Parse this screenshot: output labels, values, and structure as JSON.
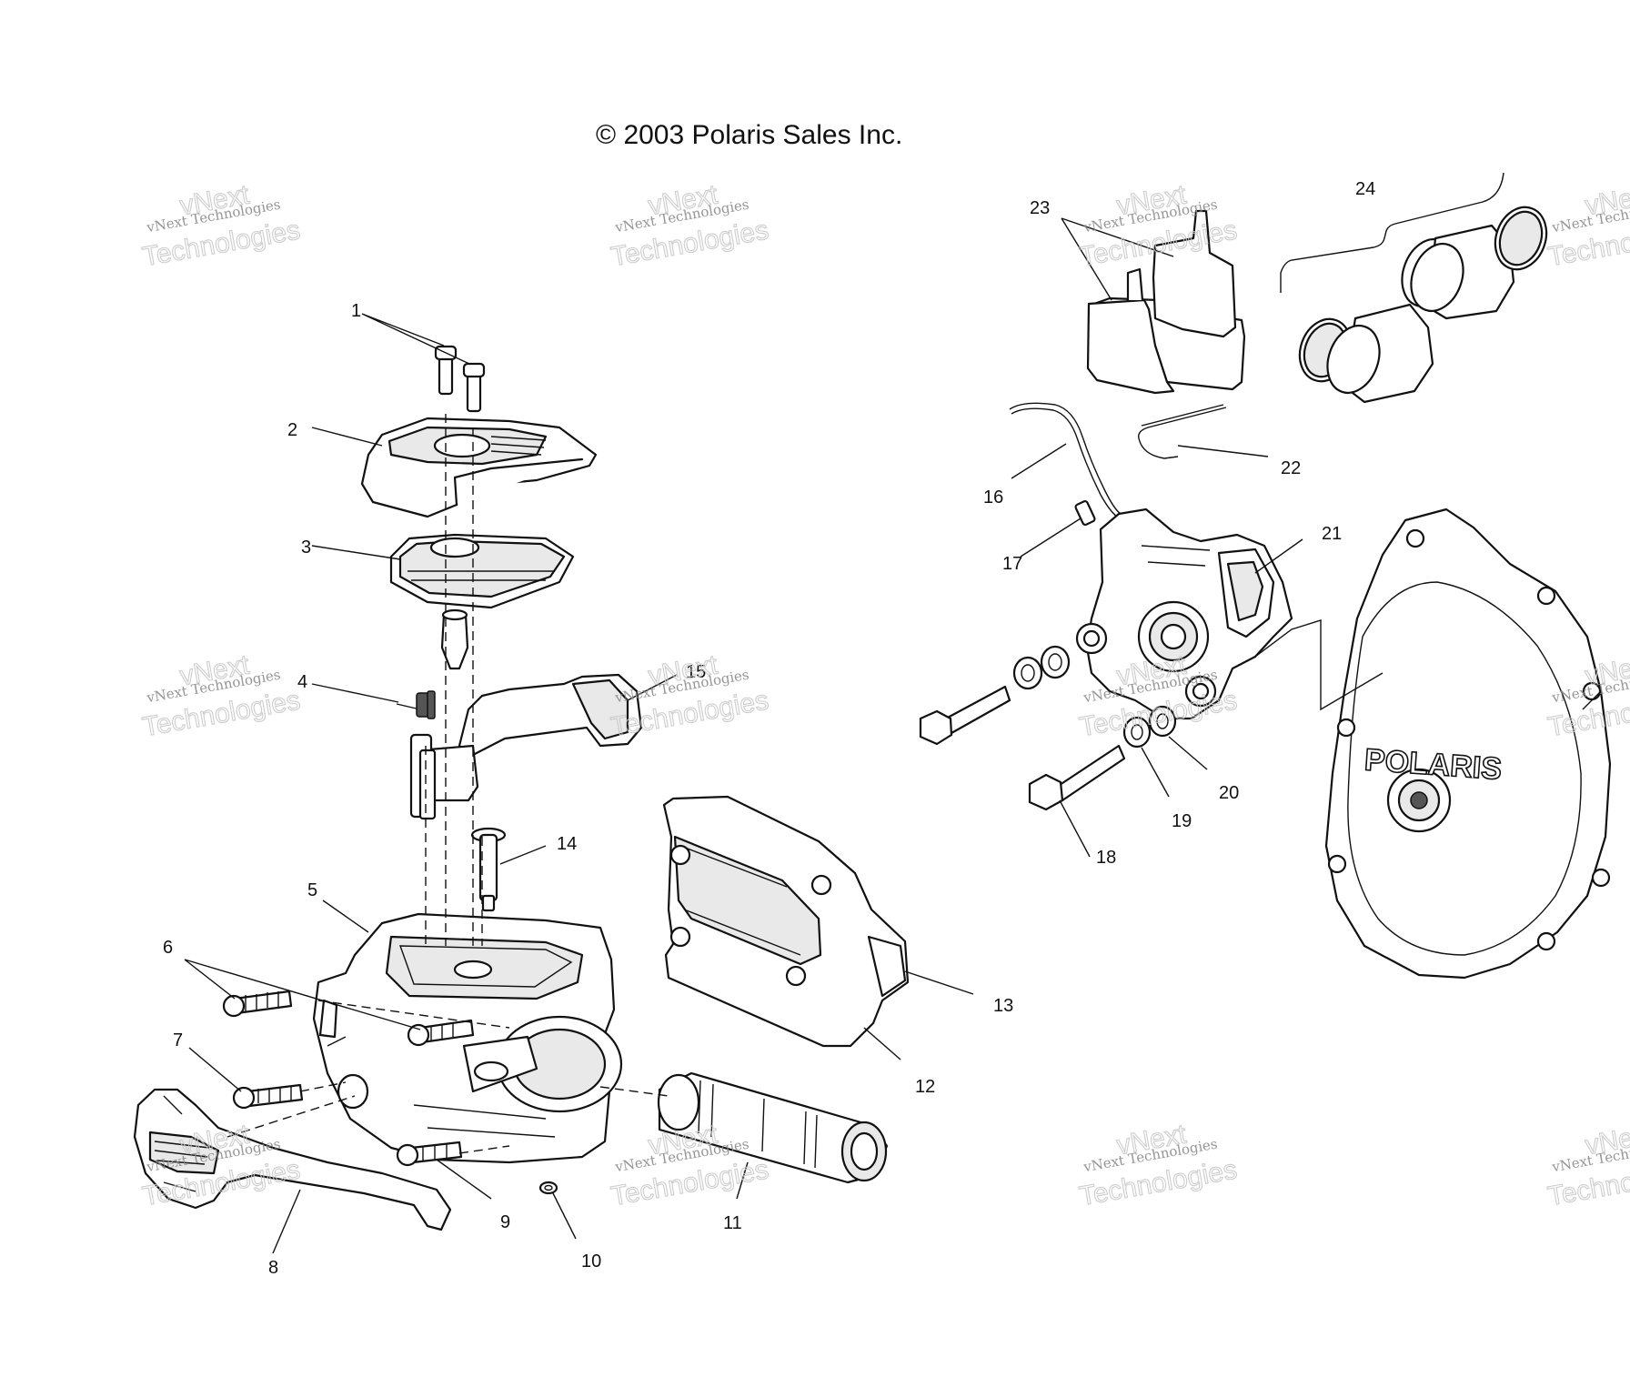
{
  "copyright": "© 2003 Polaris Sales Inc.",
  "watermark": {
    "line_small": "vNext Technologies",
    "word_top": "vNext",
    "word_bottom": "Technologies"
  },
  "logo_text": "POLARIS",
  "callouts": [
    "1",
    "2",
    "3",
    "4",
    "5",
    "6",
    "7",
    "8",
    "9",
    "10",
    "11",
    "12",
    "13",
    "14",
    "15",
    "16",
    "17",
    "18",
    "19",
    "20",
    "21",
    "22",
    "23",
    "24"
  ]
}
